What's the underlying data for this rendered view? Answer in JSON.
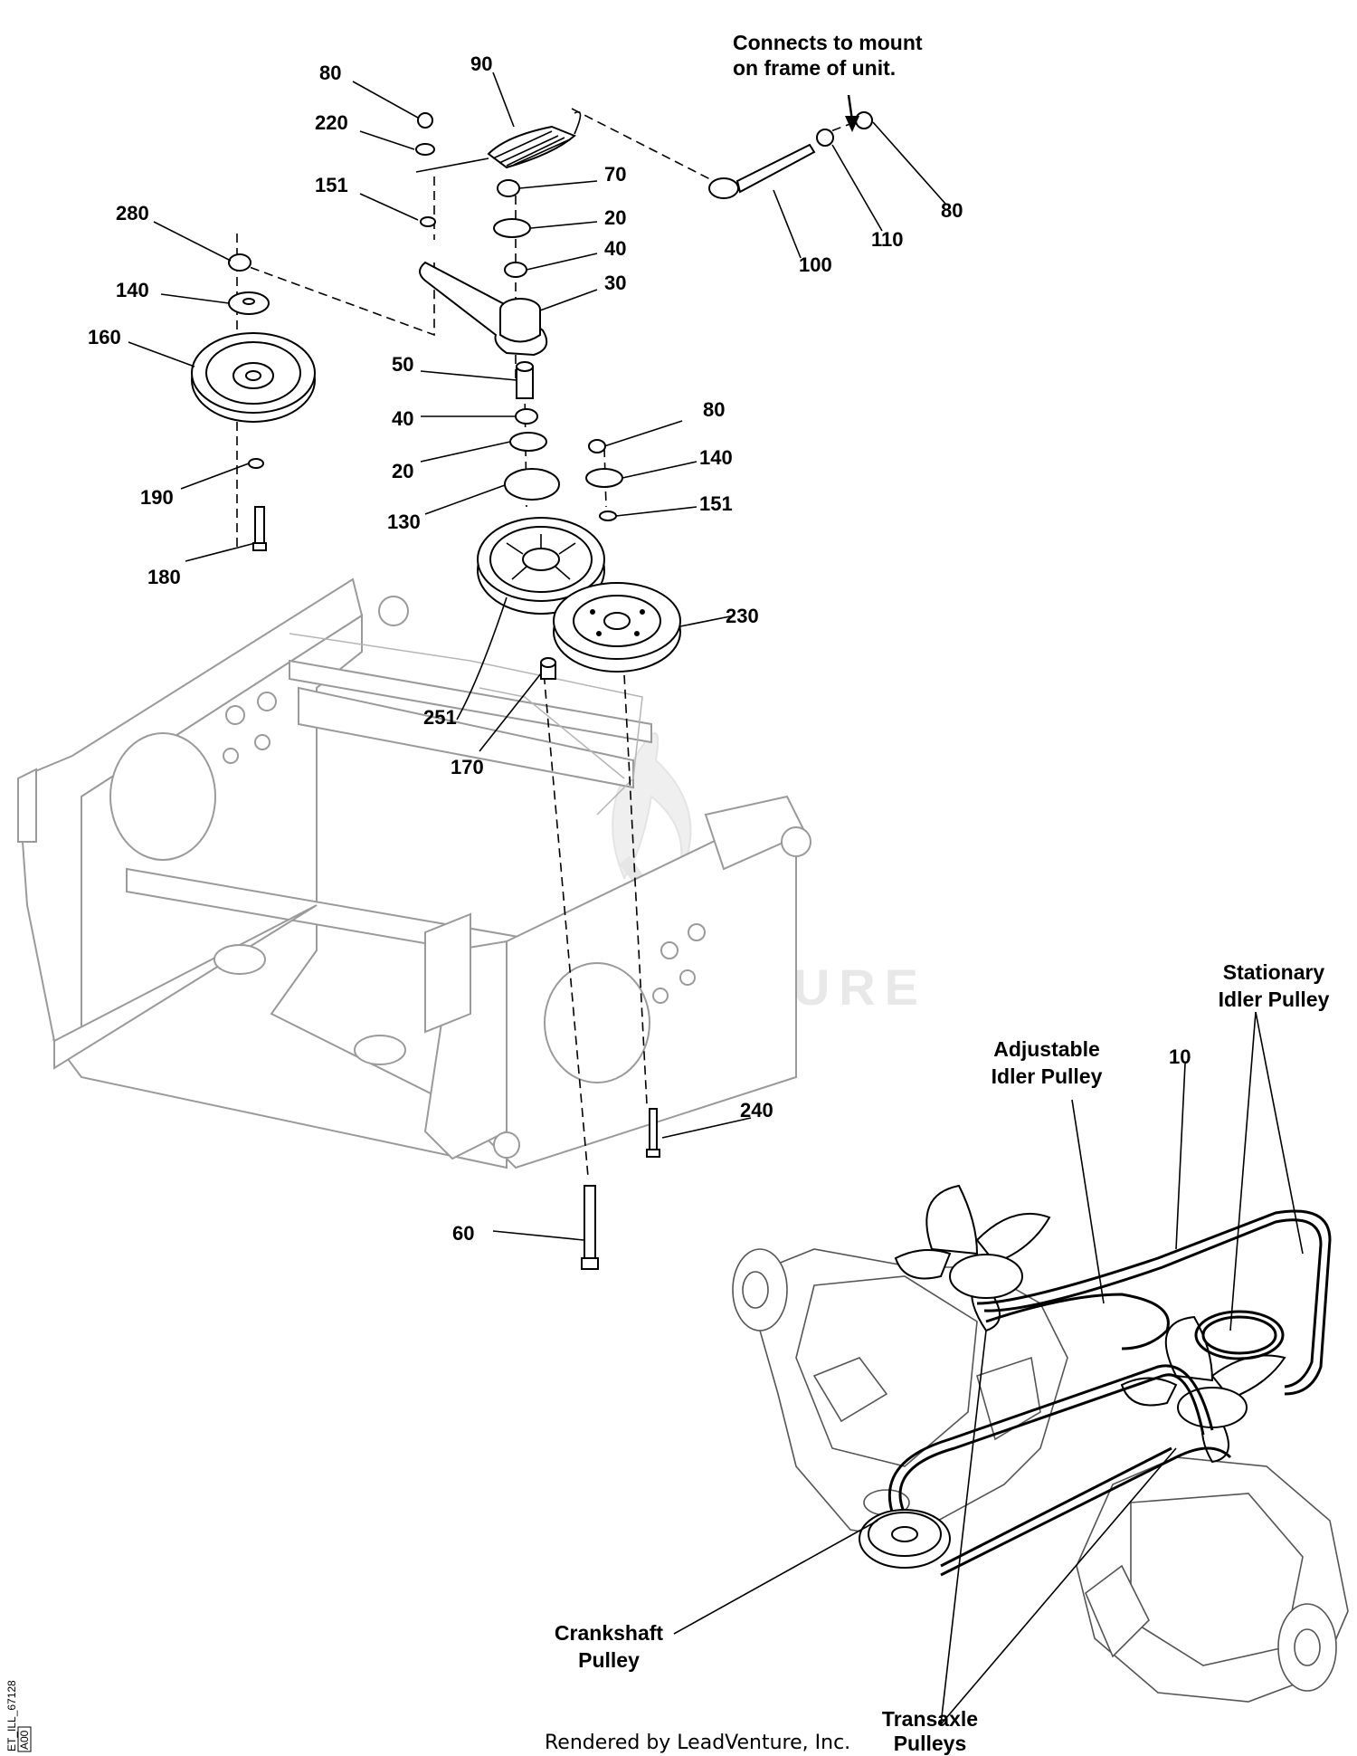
{
  "callouts": {
    "connects": [
      "Connects to mount",
      "on frame of unit."
    ],
    "stationary": [
      "Stationary",
      "Idler Pulley"
    ],
    "adjustable": [
      "Adjustable",
      "Idler Pulley"
    ],
    "crankshaft": [
      "Crankshaft",
      "Pulley"
    ],
    "transaxle": [
      "Transaxle",
      "Pulleys"
    ]
  },
  "parts": {
    "p80a": "80",
    "p90": "90",
    "p220": "220",
    "p151a": "151",
    "p70": "70",
    "p20a": "20",
    "p40a": "40",
    "p30": "30",
    "p280": "280",
    "p140a": "140",
    "p160": "160",
    "p50": "50",
    "p40b": "40",
    "p20b": "20",
    "p80b": "80",
    "p140b": "140",
    "p151b": "151",
    "p130": "130",
    "p190": "190",
    "p180": "180",
    "p230": "230",
    "p251": "251",
    "p170": "170",
    "p100": "100",
    "p110": "110",
    "p80c": "80",
    "p10": "10",
    "p240": "240",
    "p60": "60"
  },
  "watermark": "LEADVENTURE",
  "footer": "Rendered by LeadVenture, Inc.",
  "side_code": "ET_ILL_67128",
  "side_code2": "A00"
}
